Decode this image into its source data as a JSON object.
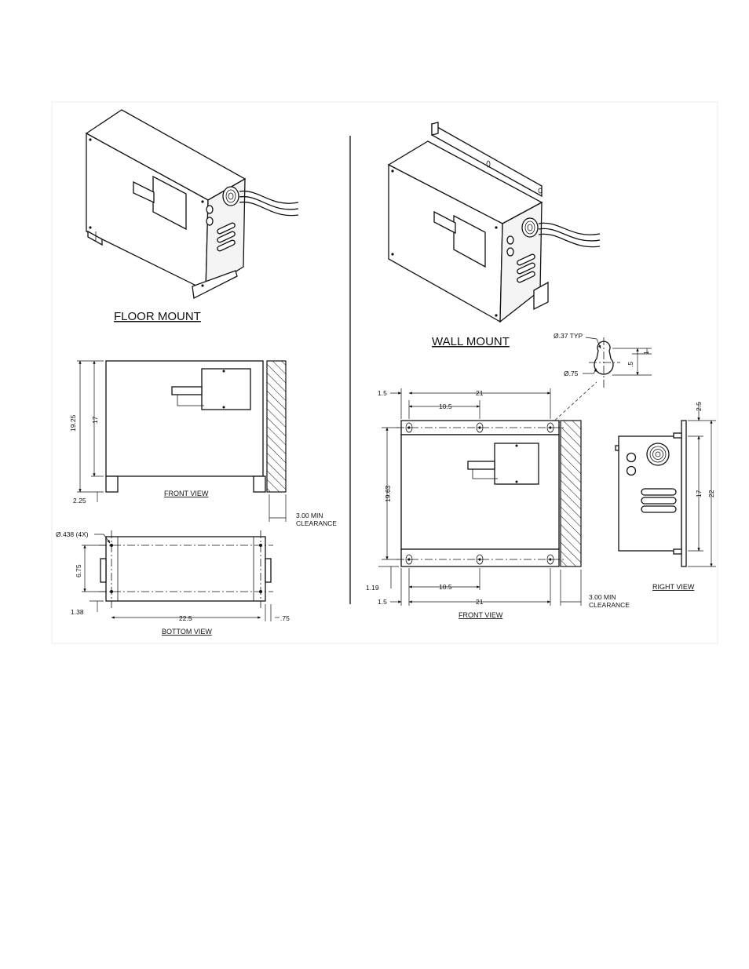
{
  "titles": {
    "floor_mount": "FLOOR MOUNT",
    "wall_mount": "WALL MOUNT"
  },
  "view_captions": {
    "floor_front": "FRONT VIEW",
    "floor_bottom": "BOTTOM VIEW",
    "wall_front": "FRONT VIEW",
    "wall_right": "RIGHT VIEW"
  },
  "floor_front_dims": {
    "overall_height": "19.25",
    "body_height": "17",
    "leg_height": "2.25",
    "clearance_line1": "3.00 MIN",
    "clearance_line2": "CLEARANCE"
  },
  "floor_bottom_dims": {
    "hole_callout": "Ø.438 (4X)",
    "hole_spacing_y": "6.75",
    "edge_offset": "1.38",
    "hole_spacing_x": "22.5",
    "edge_margin": ".75"
  },
  "wall_front_dims": {
    "top_offset": "1.5",
    "top_overall": "21",
    "top_half": "10.5",
    "height": "19.63",
    "bottom_offset": "1.19",
    "bottom_left": "1.5",
    "bottom_half": "10.5",
    "bottom_overall": "21",
    "clearance_line1": "3.00 MIN",
    "clearance_line2": "CLEARANCE"
  },
  "keyhole_detail": {
    "small_dia": "Ø.37 TYP",
    "large_dia": "Ø.75",
    "dim_a": ".5",
    "dim_b": "1"
  },
  "wall_right_dims": {
    "top_offset": "2.5",
    "body_height": "17",
    "overall_height": "22"
  }
}
